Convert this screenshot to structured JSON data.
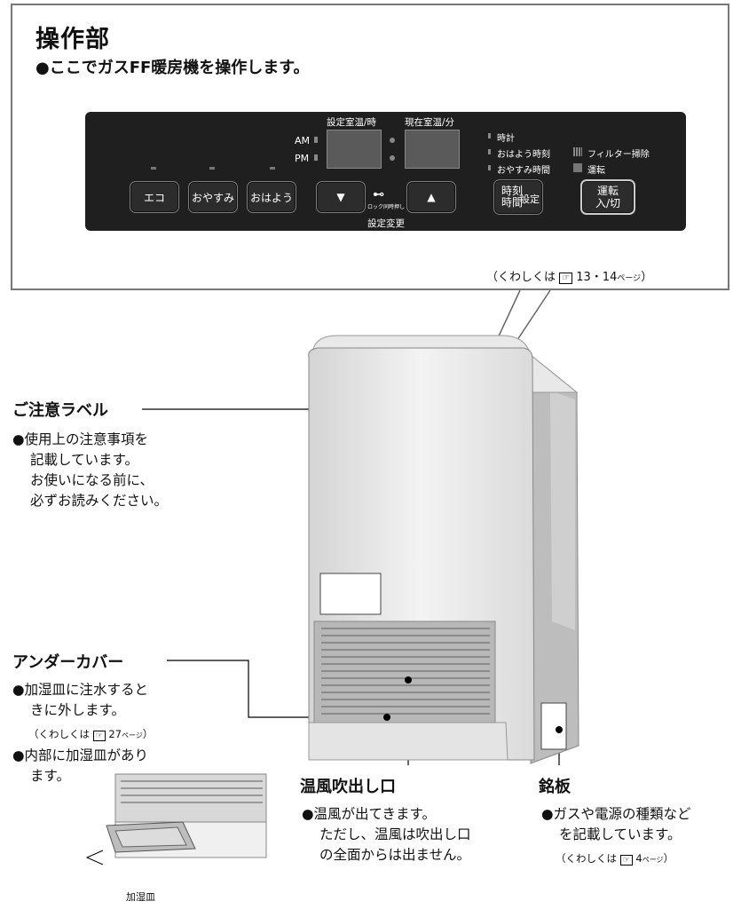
{
  "header": {
    "title": "操作部",
    "intro": "●ここでガスFF暖房機を操作します。"
  },
  "panel": {
    "set_temp_label": "設定室温/時",
    "cur_temp_label": "現在室温/分",
    "am": "AM",
    "pm": "PM",
    "mode_lights": [
      "時計",
      "おはよう時刻",
      "おやすみ時間"
    ],
    "filter_label": "フィルター掃除",
    "run_label": "運転",
    "buttons": {
      "eco": "エコ",
      "oyasumi": "おやすみ",
      "ohayou": "おはよう",
      "down": "▼",
      "up": "▲",
      "time_a": "時刻",
      "time_b": "時間",
      "time_set": "設定",
      "run_a": "運転",
      "run_b": "入/切"
    },
    "lock_text": "ロック同時押し",
    "change_label": "設定変更"
  },
  "panel_ref": "（くわしくは",
  "panel_ref_pages": "13・14",
  "page_unit": "ページ",
  "caution": {
    "title": "ご注意ラベル",
    "lines": [
      "●使用上の注意事項を",
      "記載しています。",
      "お使いになる前に、",
      "必ずお読みください。"
    ]
  },
  "undercover": {
    "title": "アンダーカバー",
    "lines": [
      "●加湿皿に注水すると",
      "きに外します。"
    ],
    "ref": "（くわしくは",
    "ref_page": "27",
    "lines2": [
      "●内部に加湿皿があり",
      "ます。"
    ],
    "tray_label": "加湿皿"
  },
  "outlet": {
    "title": "温風吹出し口",
    "lines": [
      "●温風が出てきます。",
      "ただし、温風は吹出し口",
      "の全面からは出ません。"
    ]
  },
  "nameplate": {
    "title": "銘板",
    "lines": [
      "●ガスや電源の種類など",
      "を記載しています。"
    ],
    "ref": "（くわしくは",
    "ref_page": "4"
  }
}
